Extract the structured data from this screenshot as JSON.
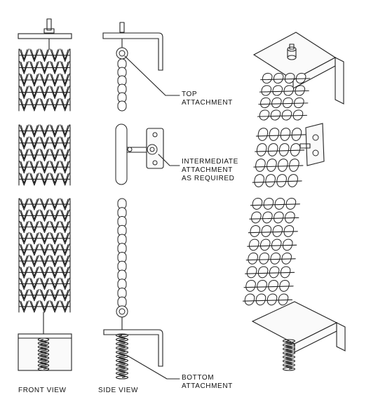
{
  "labels": {
    "top_attachment": [
      "TOP",
      "ATTACHMENT"
    ],
    "intermediate_attachment": [
      "INTERMEDIATE",
      "ATTACHMENT",
      "AS REQUIRED"
    ],
    "bottom_attachment": [
      "BOTTOM",
      "ATTACHMENT"
    ],
    "front_view": "FRONT VIEW",
    "side_view": "SIDE VIEW"
  }
}
